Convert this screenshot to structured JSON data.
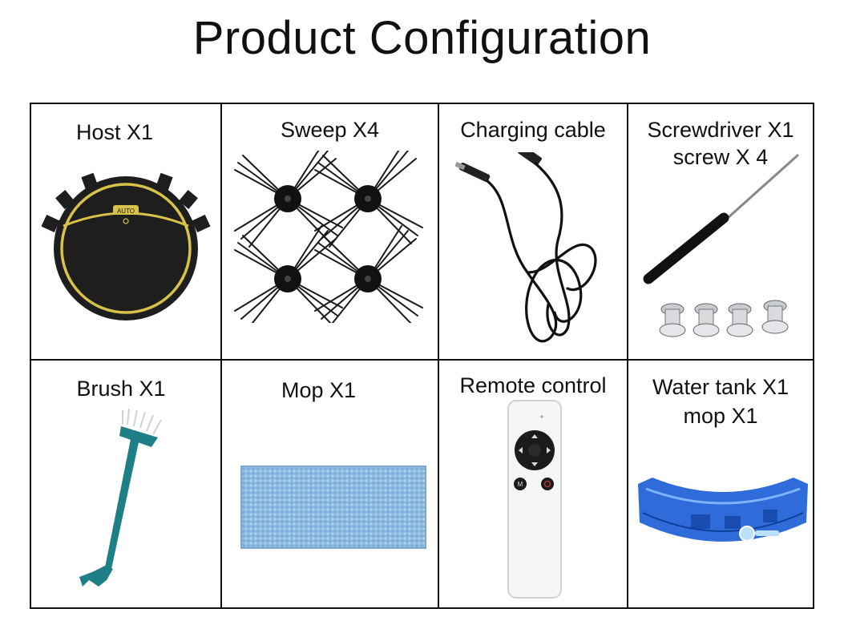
{
  "title": "Product Configuration",
  "items": [
    {
      "label": "Host X1"
    },
    {
      "label": "Sweep X4"
    },
    {
      "label": "Charging cable"
    },
    {
      "label": "Screwdriver X1",
      "label2": "screw X 4"
    },
    {
      "label": "Brush X1"
    },
    {
      "label": "Mop X1"
    },
    {
      "label": "Remote control"
    },
    {
      "label": "Water tank X1",
      "label2": "mop X1"
    }
  ],
  "robot_badge": "AUTO",
  "colors": {
    "robot_body": "#1e1e1e",
    "robot_ring": "#d9c24a",
    "brush_teal": "#1f7f86",
    "mop_blue": "#8ab8e0",
    "tank_blue": "#1e5fd6"
  }
}
